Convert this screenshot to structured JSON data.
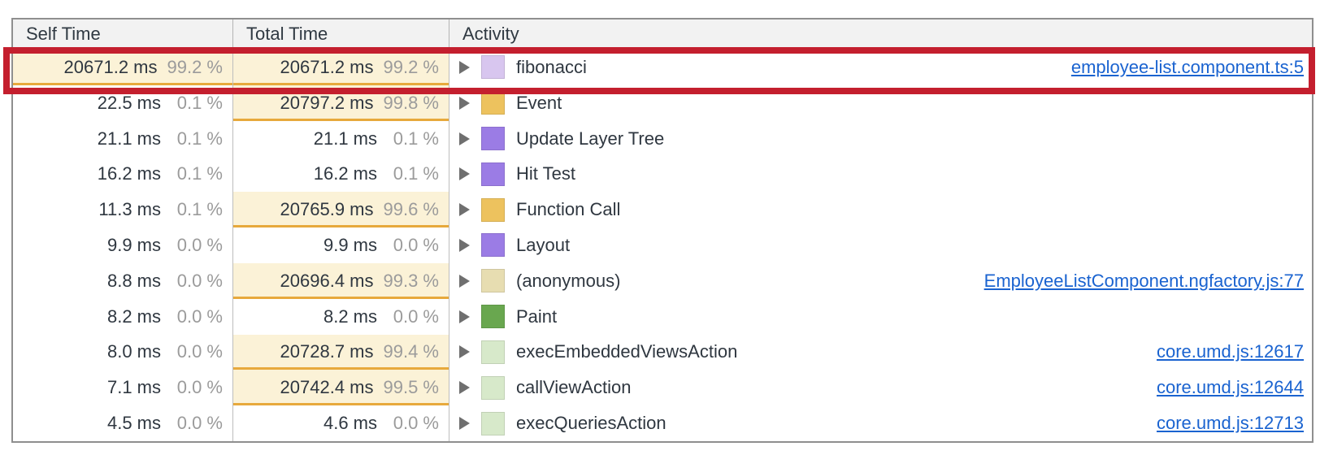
{
  "panel": "performance-bottom-up-grid",
  "table": {
    "columns": [
      {
        "label": "Self Time"
      },
      {
        "label": "Total Time"
      },
      {
        "label": "Activity"
      }
    ],
    "rows": [
      {
        "self": {
          "value": "20671.2 ms",
          "pct": "99.2 %",
          "highlight": true
        },
        "total": {
          "value": "20671.2 ms",
          "pct": "99.2 %",
          "highlight": true
        },
        "activity": {
          "label": "fibonacci",
          "category": "js-lavender",
          "link": "employee-list.component.ts:5"
        },
        "annotated": true
      },
      {
        "self": {
          "value": "22.5 ms",
          "pct": "0.1 %",
          "highlight": false
        },
        "total": {
          "value": "20797.2 ms",
          "pct": "99.8 %",
          "highlight": true
        },
        "activity": {
          "label": "Event",
          "category": "scripting-amber",
          "link": ""
        }
      },
      {
        "self": {
          "value": "21.1 ms",
          "pct": "0.1 %",
          "highlight": false
        },
        "total": {
          "value": "21.1 ms",
          "pct": "0.1 %",
          "highlight": false
        },
        "activity": {
          "label": "Update Layer Tree",
          "category": "rendering-purple",
          "link": ""
        }
      },
      {
        "self": {
          "value": "16.2 ms",
          "pct": "0.1 %",
          "highlight": false
        },
        "total": {
          "value": "16.2 ms",
          "pct": "0.1 %",
          "highlight": false
        },
        "activity": {
          "label": "Hit Test",
          "category": "rendering-purple",
          "link": ""
        }
      },
      {
        "self": {
          "value": "11.3 ms",
          "pct": "0.1 %",
          "highlight": false
        },
        "total": {
          "value": "20765.9 ms",
          "pct": "99.6 %",
          "highlight": true
        },
        "activity": {
          "label": "Function Call",
          "category": "scripting-amber",
          "link": ""
        }
      },
      {
        "self": {
          "value": "9.9 ms",
          "pct": "0.0 %",
          "highlight": false
        },
        "total": {
          "value": "9.9 ms",
          "pct": "0.0 %",
          "highlight": false
        },
        "activity": {
          "label": "Layout",
          "category": "rendering-purple",
          "link": ""
        }
      },
      {
        "self": {
          "value": "8.8 ms",
          "pct": "0.0 %",
          "highlight": false
        },
        "total": {
          "value": "20696.4 ms",
          "pct": "99.3 %",
          "highlight": true
        },
        "activity": {
          "label": "(anonymous)",
          "category": "anonymous-beige",
          "link": "EmployeeListComponent.ngfactory.js:77"
        }
      },
      {
        "self": {
          "value": "8.2 ms",
          "pct": "0.0 %",
          "highlight": false
        },
        "total": {
          "value": "8.2 ms",
          "pct": "0.0 %",
          "highlight": false
        },
        "activity": {
          "label": "Paint",
          "category": "painting-green",
          "link": ""
        }
      },
      {
        "self": {
          "value": "8.0 ms",
          "pct": "0.0 %",
          "highlight": false
        },
        "total": {
          "value": "20728.7 ms",
          "pct": "99.4 %",
          "highlight": true
        },
        "activity": {
          "label": "execEmbeddedViewsAction",
          "category": "js-pale-green",
          "link": "core.umd.js:12617"
        }
      },
      {
        "self": {
          "value": "7.1 ms",
          "pct": "0.0 %",
          "highlight": false
        },
        "total": {
          "value": "20742.4 ms",
          "pct": "99.5 %",
          "highlight": true
        },
        "activity": {
          "label": "callViewAction",
          "category": "js-pale-green",
          "link": "core.umd.js:12644"
        }
      },
      {
        "self": {
          "value": "4.5 ms",
          "pct": "0.0 %",
          "highlight": false
        },
        "total": {
          "value": "4.6 ms",
          "pct": "0.0 %",
          "highlight": false
        },
        "activity": {
          "label": "execQueriesAction",
          "category": "js-pale-green",
          "link": "core.umd.js:12713"
        }
      }
    ]
  },
  "annotation": {
    "shape": "red-rectangle-outline",
    "target_row": "fibonacci"
  },
  "colors": {
    "js-lavender": "#d8c6ef",
    "scripting-amber": "#edc25e",
    "rendering-purple": "#9b7ce5",
    "anonymous-beige": "#e7ddb1",
    "painting-green": "#69a74f",
    "js-pale-green": "#d7e9ca",
    "highlight_bg": "#fbf2d7",
    "highlight_border": "#e7a93c",
    "link": "#1a63d0",
    "annotation_red": "#c41f2e",
    "header_bg": "#f2f2f2"
  }
}
